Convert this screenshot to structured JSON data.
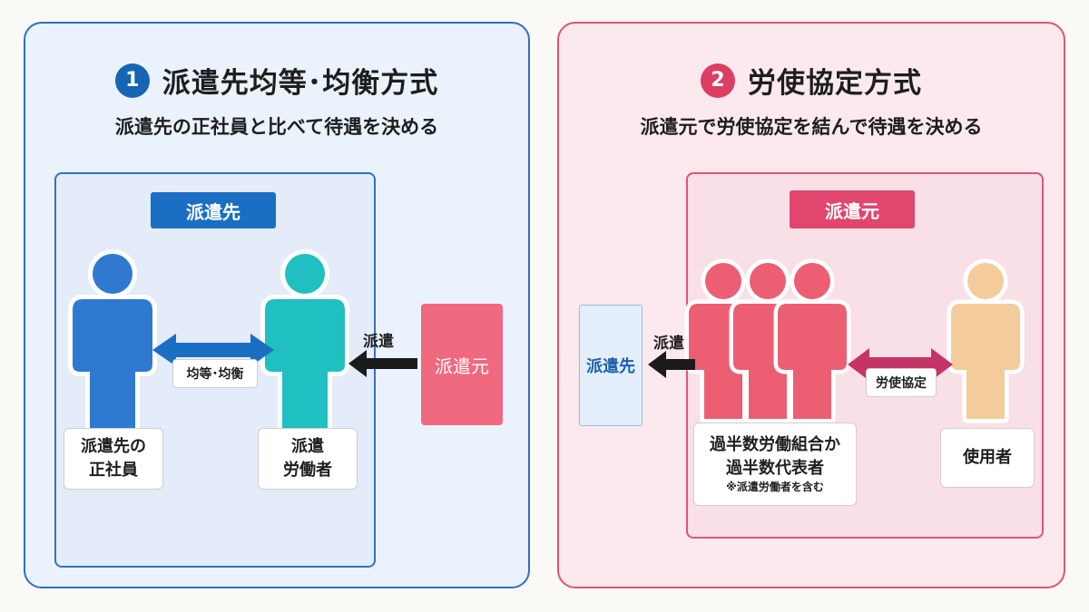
{
  "left": {
    "number": "1",
    "title": "派遣先均等･均衡方式",
    "subtitle": "派遣先の正社員と比べて待遇を決める",
    "box_tag": "派遣先",
    "person_a_label": [
      "派遣先の",
      "正社員"
    ],
    "person_b_label": [
      "派遣",
      "労働者"
    ],
    "relation_label": "均等･均衡",
    "dispatch_label": "派遣",
    "source_card": "派遣元",
    "colors": {
      "accent": "#1664b3",
      "person_a": "#2f7ad0",
      "person_b": "#1fbfc2",
      "source": "#f0697f"
    }
  },
  "right": {
    "number": "2",
    "title": "労使協定方式",
    "subtitle": "派遣元で労使協定を結んで待遇を決める",
    "box_tag": "派遣元",
    "group_label": [
      "過半数労働組合か",
      "過半数代表者"
    ],
    "group_note": "※派遣労働者を含む",
    "employer_label": "使用者",
    "relation_label": "労使協定",
    "dispatch_label": "派遣",
    "dest_card": "派遣先",
    "colors": {
      "accent": "#dc3f63",
      "workers": "#ec5f73",
      "employer": "#f4cc9c",
      "dest_bg": "#e3eefa"
    }
  }
}
